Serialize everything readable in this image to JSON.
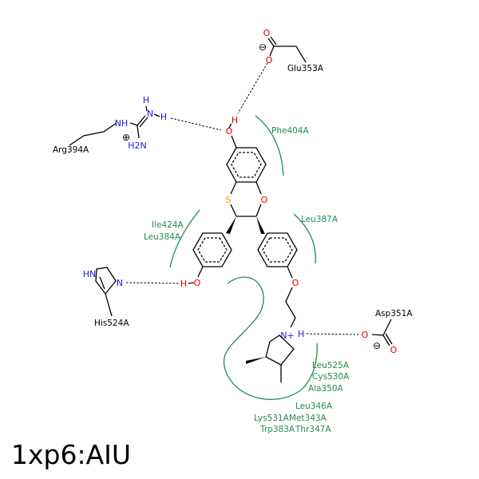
{
  "ligand_id": "1xp6:AIU",
  "colors": {
    "bond": "#000000",
    "oxygen": "#e00000",
    "nitrogen": "#1a1adf",
    "sulfur": "#d6a100",
    "hydrophobic": "#228b4e",
    "hbond": "#000000"
  },
  "residues": {
    "glu353": "Glu353A",
    "arg394": "Arg394A",
    "his524": "His524A",
    "asp351": "Asp351A"
  },
  "hydrophobic": {
    "phe404": "Phe404A",
    "leu387": "Leu387A",
    "ile424": "Ile424A",
    "leu384": "Leu384A",
    "leu525": "Leu525A",
    "cys530": "Cys530A",
    "ala350": "Ala350A",
    "leu346": "Leu346A",
    "lys531": "Lys531A",
    "met343": "Met343A",
    "trp383": "Trp383A",
    "thr347": "Thr347A"
  },
  "atoms": {
    "o": "O",
    "n": "N",
    "h": "H",
    "s": "S",
    "nh": "NH",
    "hn": "HN",
    "h2n": "H2N",
    "nplus": "N+",
    "minus": "⊖",
    "plus": "⊕"
  }
}
